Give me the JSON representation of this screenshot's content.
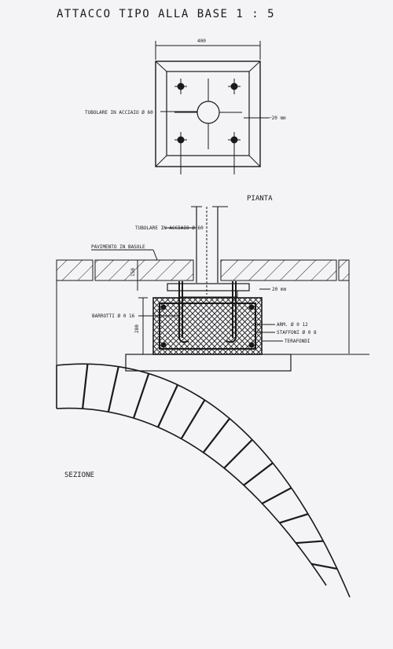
{
  "title": "ATTACCO TIPO ALLA BASE  1 : 5",
  "plan": {
    "dimension": "400",
    "tube_label": "TUBOLARE IN ACCIAIO Ø 60",
    "plate_label": "⌐20 mm",
    "view_label": "PIANTA"
  },
  "section": {
    "tube_label": "TUBOLARE IN ACCIAIO Ø 60",
    "floor_label": "PAVIMENTO IN BASOLE",
    "floor_dim": "150",
    "plate_label": "20 mm",
    "bars_label": "BARROTTI Ø 0 16",
    "height_dim": "280",
    "arm_label": "ARM. Ø 0 12",
    "stirrup_label": "STAFFONI Ø 0 8",
    "fill_label": "TERAFONDI",
    "view_label": "SEZIONE"
  },
  "colors": {
    "ink": "#1a1a1a",
    "paper": "#f4f4f6"
  }
}
